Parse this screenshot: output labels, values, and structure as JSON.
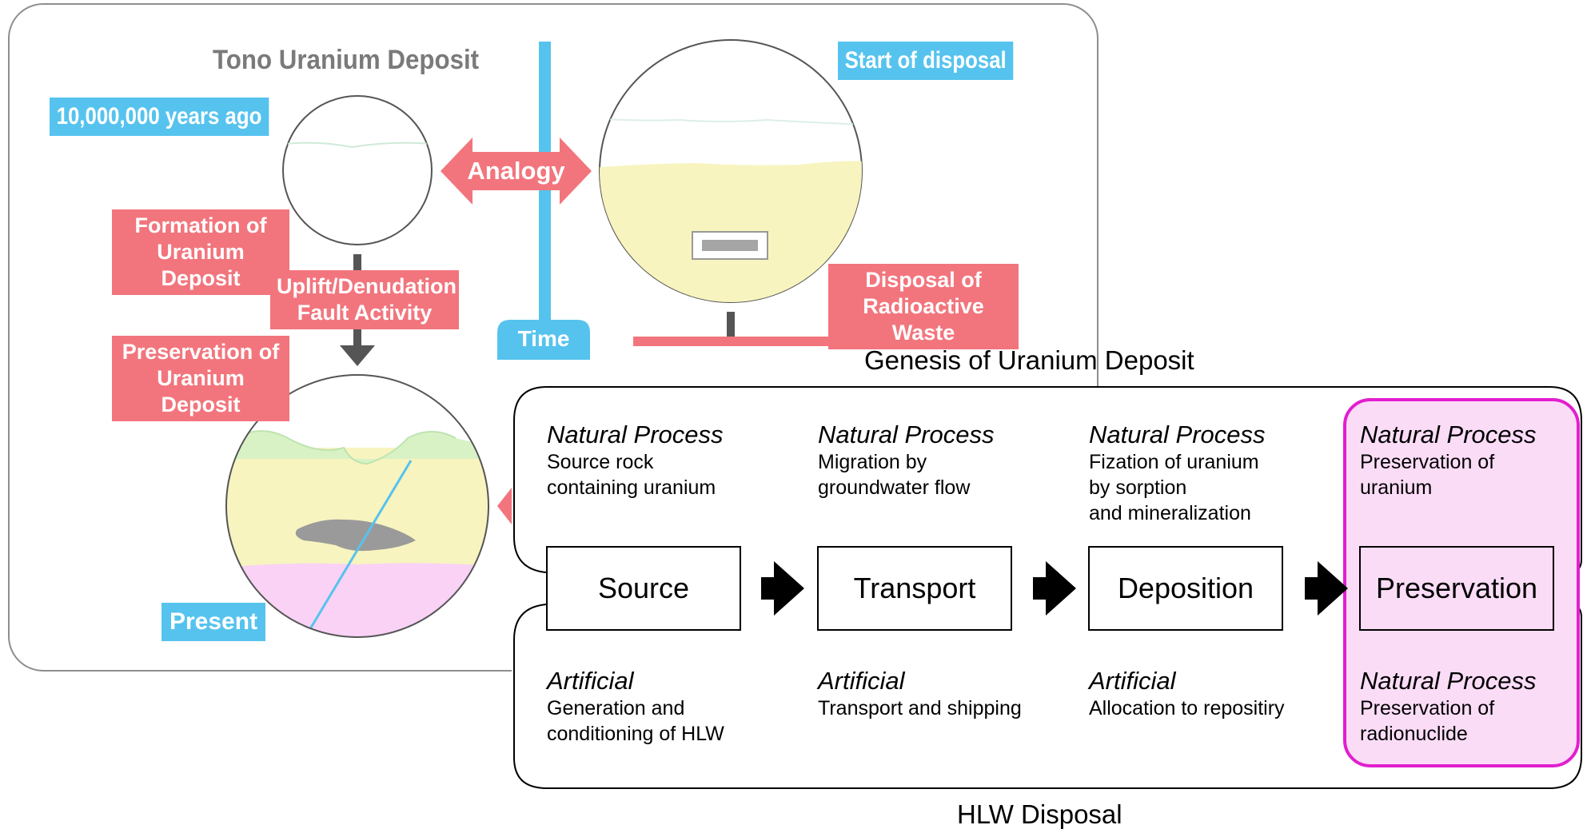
{
  "upper_figure": {
    "title": "Tono Uranium Deposit",
    "tag_past": "10,000,000 years ago",
    "tag_formation": "Formation of\nUranium Deposit",
    "tag_uplift": "Uplift/Denudation\nFault Activity",
    "tag_preservation": "Preservation of\nUranium Deposit",
    "tag_present": "Present",
    "analogy": "Analogy",
    "time": "Time",
    "tag_start_disposal": "Start of disposal",
    "tag_disposal_waste": "Disposal of\nRadioactive Waste"
  },
  "colors": {
    "blue": "#56c3ee",
    "red": "#f2757d",
    "yellow": "#f7f4bf",
    "pink": "#f9d2f6",
    "green": "#d8f2c6",
    "magenta": "#e21ecf",
    "highlight_fill": "#fbdcf7"
  },
  "caption_top": "Genesis of Uranium Deposit",
  "caption_bottom": "HLW Disposal",
  "stages": [
    {
      "box": "Source",
      "top_label": "Natural Process",
      "top_desc": "Source rock\ncontaining uranium",
      "bottom_label": "Artificial",
      "bottom_desc": "Generation and\nconditioning of HLW"
    },
    {
      "box": "Transport",
      "top_label": "Natural Process",
      "top_desc": "Migration by\ngroundwater flow",
      "bottom_label": "Artificial",
      "bottom_desc": "Transport and shipping"
    },
    {
      "box": "Deposition",
      "top_label": "Natural Process",
      "top_desc": "Fization of uranium\nby sorption\nand mineralization",
      "bottom_label": "Artificial",
      "bottom_desc": "Allocation to repositiry"
    },
    {
      "box": "Preservation",
      "top_label": "Natural Process",
      "top_desc": "Preservation of\nuranium",
      "bottom_label": "Natural Process",
      "bottom_desc": "Preservation of\nradionuclide"
    }
  ]
}
